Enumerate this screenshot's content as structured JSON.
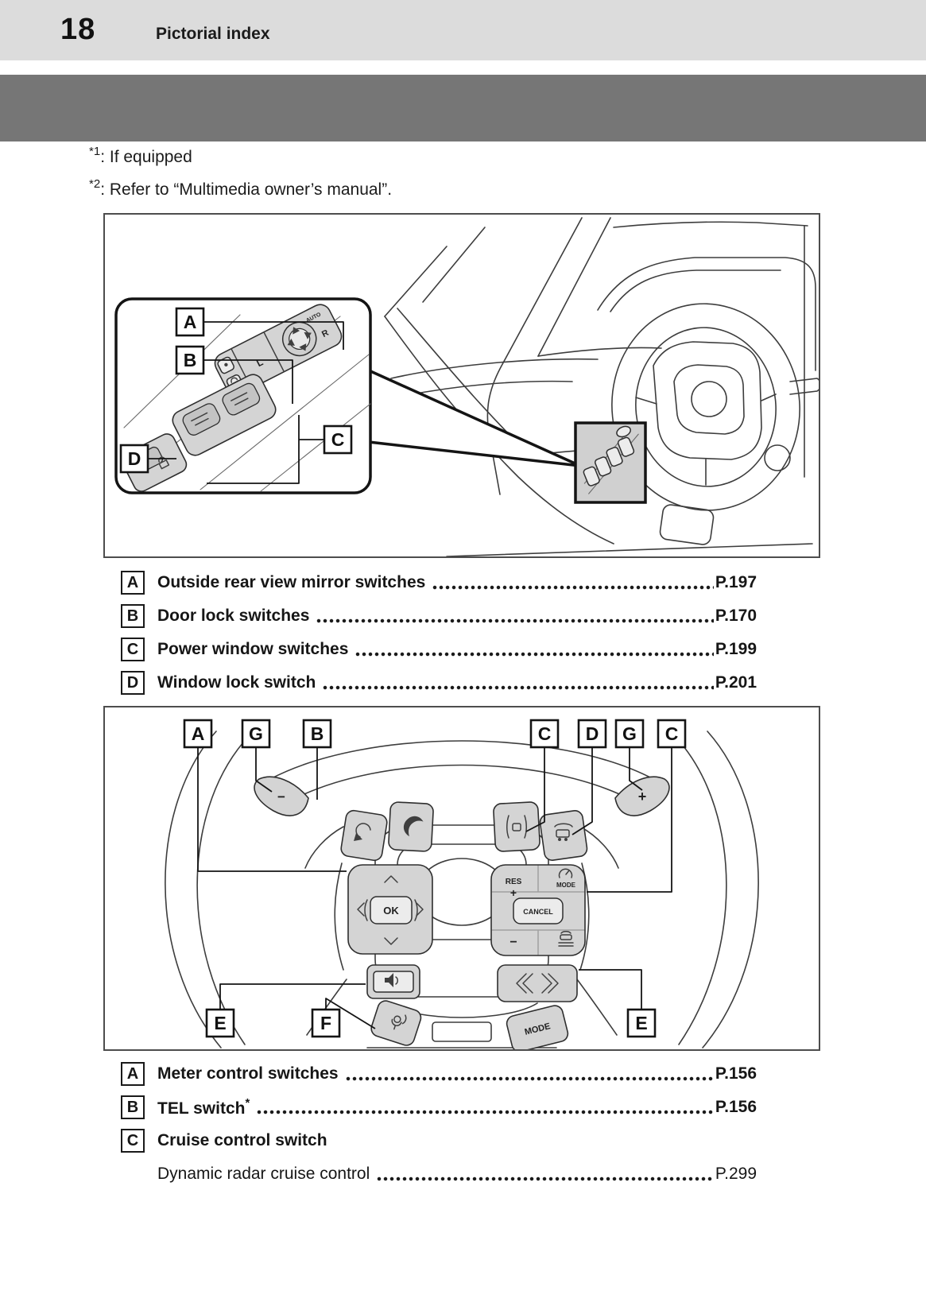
{
  "header": {
    "page_number": "18",
    "section_title": "Pictorial index"
  },
  "footnotes": [
    {
      "marker": "*1",
      "text": ": If equipped"
    },
    {
      "marker": "*2",
      "text": ": Refer to “Multimedia owner’s manual”."
    }
  ],
  "figure1": {
    "callouts": {
      "a": "A",
      "b": "B",
      "c": "C",
      "d": "D"
    },
    "labels": {
      "mirror_left": "L",
      "mirror_right": "R",
      "mirror_auto": "AUTO"
    }
  },
  "list1": [
    {
      "key": "A",
      "label": "Outside rear view mirror switches",
      "page": "P.197"
    },
    {
      "key": "B",
      "label": "Door lock switches",
      "page": "P.170"
    },
    {
      "key": "C",
      "label": "Power window switches",
      "page": "P.199"
    },
    {
      "key": "D",
      "label": "Window lock switch",
      "page": "P.201"
    }
  ],
  "figure2": {
    "top_callouts": [
      "A",
      "G",
      "B",
      "C",
      "D",
      "G",
      "C"
    ],
    "bottom_callouts": [
      "E",
      "F",
      "E"
    ],
    "buttons": {
      "ok": "OK",
      "res": "RES",
      "plus": "+",
      "minus": "−",
      "cancel": "CANCEL",
      "mode_small": "MODE",
      "mode": "MODE",
      "paddle_plus": "+",
      "paddle_minus": "−"
    }
  },
  "list2": {
    "rows": [
      {
        "key": "A",
        "label": "Meter control switches",
        "sup": "",
        "page": "P.156"
      },
      {
        "key": "B",
        "label": "TEL switch",
        "sup": "*",
        "page": "P.156"
      },
      {
        "key": "C",
        "label": "Cruise control switch",
        "sup": "",
        "page": ""
      }
    ],
    "subrow": {
      "label": "Dynamic radar cruise control",
      "page": "P.299"
    }
  }
}
